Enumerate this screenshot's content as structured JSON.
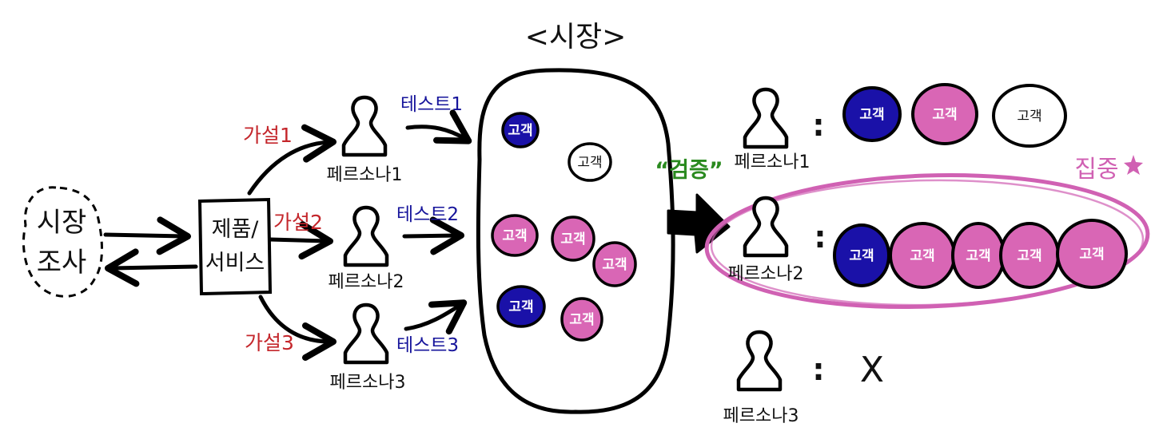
{
  "title": "<시장>",
  "market_research": {
    "line1": "시장",
    "line2": "조사"
  },
  "product": {
    "line1": "제품/",
    "line2": "서비스"
  },
  "hypotheses": [
    "가설1",
    "가설2",
    "가설3"
  ],
  "tests": [
    "테스트1",
    "테스트2",
    "테스트3"
  ],
  "personas": [
    "페르소나1",
    "페르소나2",
    "페르소나3"
  ],
  "customer_label": "고객",
  "validation_label": "“검증”",
  "focus_label": "집중",
  "result_separator": ":",
  "persona3_result": "X",
  "colors": {
    "blue_customer": "#1a11a8",
    "pink_customer": "#d966b5",
    "hypothesis_text": "#c4262b",
    "test_text": "#16149b",
    "validation_text": "#2a8a1f",
    "focus": "#d061b3"
  }
}
